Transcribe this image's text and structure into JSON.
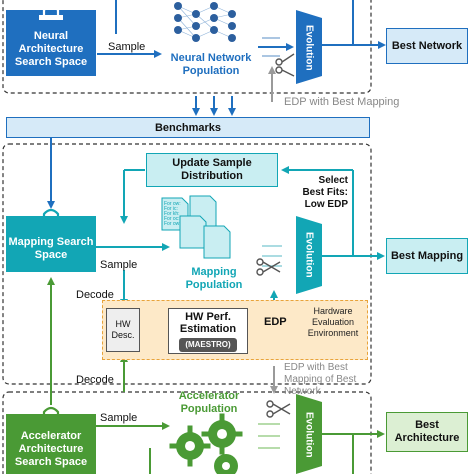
{
  "nas": {
    "space_label": "Neural Architecture Search Space",
    "sample_label": "Sample",
    "population_label": "Neural Network Population",
    "evolution_label": "Evolution",
    "best_label": "Best Network"
  },
  "edp_note": "EDP with Best Mapping",
  "benchmarks_label": "Benchmarks",
  "mapping": {
    "update_label": "Update Sample Distribution",
    "select_label": "Select Best Fits: Low EDP",
    "space_label": "Mapping Search Space",
    "sample_label": "Sample",
    "population_label": "Mapping Population",
    "evolution_label": "Evolution",
    "best_label": "Best Mapping",
    "decode_label": "Decode",
    "doc_lines": [
      "For ow:",
      "For ic:",
      "For kh:",
      "For oc:",
      "For ow"
    ]
  },
  "hw": {
    "desc_label": "HW Desc.",
    "perf_title": "HW Perf. Estimation",
    "maestro_label": "(MAESTRO)",
    "edp_label": "EDP",
    "env_label": "Hardware Evaluation Environment"
  },
  "accel": {
    "decode_label": "Decode",
    "edp_note": "EDP with Best Mapping of Best Network",
    "space_label": "Accelerator Architecture Search Space",
    "sample_label": "Sample",
    "population_label": "Accelerator Population",
    "evolution_label": "Evolution",
    "best_label": "Best Architecture"
  },
  "colors": {
    "nas_blue": "#1f6fbf",
    "best_blue_bg": "#d6eaf8",
    "mapping_teal": "#12a6b5",
    "mapping_bg": "#c9eef2",
    "hw_bg": "#fde9c8",
    "hw_border": "#e8a33a",
    "accel_green": "#4a9a35",
    "accel_bg": "#dcefd3"
  }
}
